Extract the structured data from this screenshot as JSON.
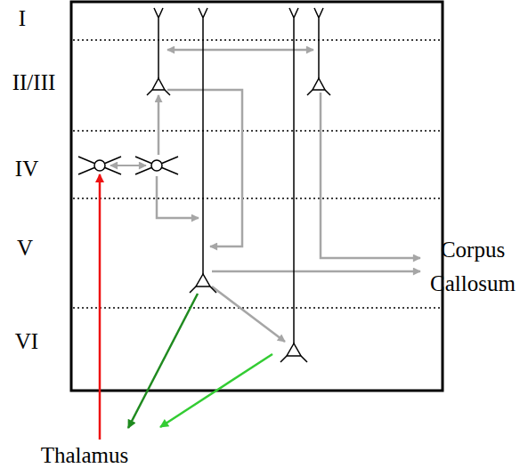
{
  "diagram": {
    "labels": [
      "I",
      "II/III",
      "IV",
      "V",
      "VI",
      "Corpus Callosum",
      "Thalamus"
    ]
  }
}
